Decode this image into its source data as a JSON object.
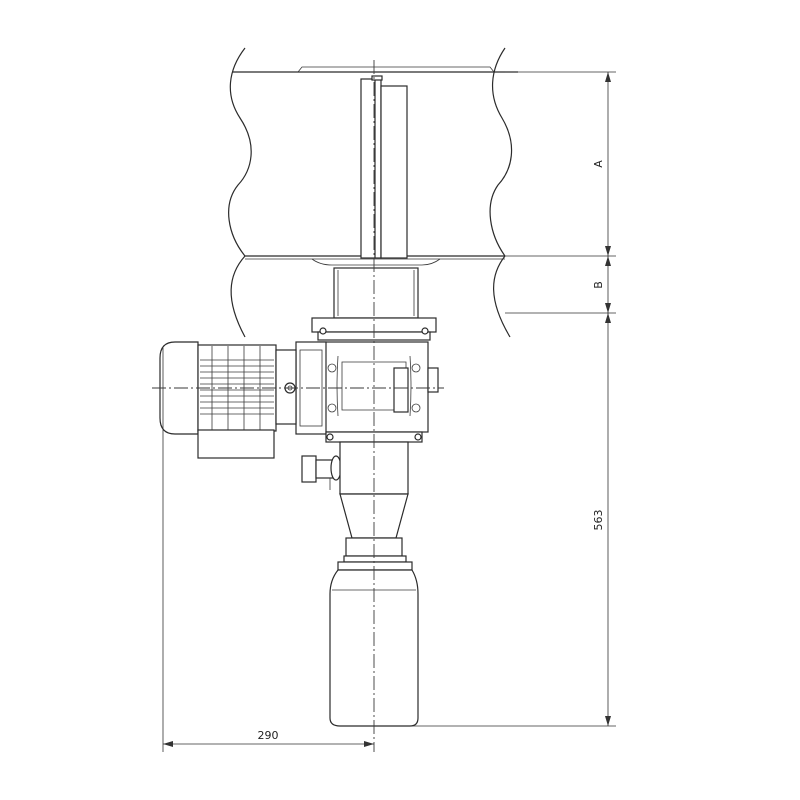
{
  "drawing": {
    "colors": {
      "line": "#2b2b2b",
      "background": "#ffffff"
    },
    "dimensions": {
      "upper_height_label": "A",
      "lower_gap_label": "B",
      "vertical_total_label": "563",
      "horizontal_offset_label": "290"
    }
  }
}
